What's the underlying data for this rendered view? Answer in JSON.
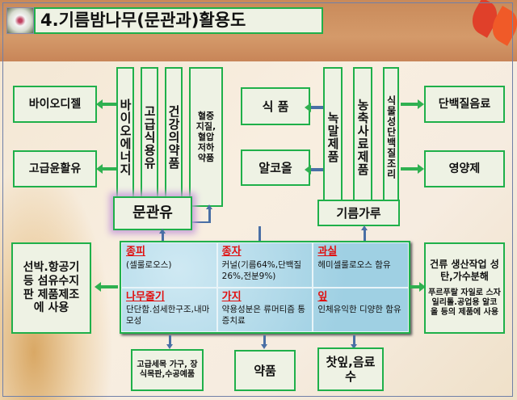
{
  "title": "4.기름밤나무(문관과)활용도",
  "left_group": {
    "vertical": [
      "바이오에너지",
      "고급식용유",
      "건강의약품",
      "혈중지질, 혈압저하약품"
    ],
    "outputs": [
      "바이오디젤",
      "고급윤활유"
    ],
    "source": "문관유"
  },
  "right_group": {
    "vertical": [
      "녹말제품",
      "농축사료제품",
      "식물성단백질조리"
    ],
    "left_outputs": [
      "식 품",
      "알코올"
    ],
    "right_outputs": [
      "단백질음료",
      "영양제"
    ],
    "source": "기름가루"
  },
  "grid": [
    {
      "title": "종피",
      "text": "(셀룰로오스)"
    },
    {
      "title": "종자",
      "text": "커널(기름64%,단백질26%,전분9%)"
    },
    {
      "title": "과실",
      "text": "헤미셀룰로오스 함유"
    },
    {
      "title": "나무줄기",
      "text": "단단함.섬세한구조,내마모성"
    },
    {
      "title": "가지",
      "text": "약용성분은 류머티즘 통증치료"
    },
    {
      "title": "잎",
      "text": "인체유익한 디양한 함유"
    }
  ],
  "left_use": "선박.항공기 등 섬유수지 판 제품제조 에 사용",
  "right_use": {
    "main": "건류 생산작업 성탄,가수분해",
    "sub": "푸르푸랄 자일로 스자일리톨.공업용 알코올 등의 제품에 사용"
  },
  "bottom": [
    "고급세목 가구, 장식목판,수공예품",
    "약품",
    "찻잎,음료수"
  ]
}
